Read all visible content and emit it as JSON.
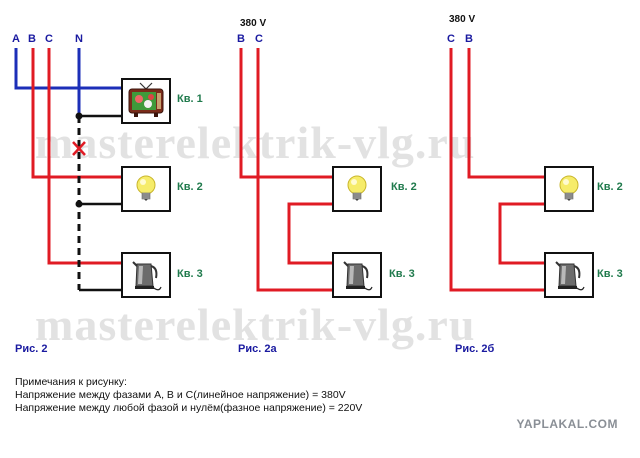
{
  "watermark": "masterelektrik-vlg.ru",
  "brand": "YAPLAKAL.COM",
  "fig1": {
    "caption": "Рис. 2",
    "phases": [
      "A",
      "B",
      "C",
      "N"
    ],
    "loads": [
      "Кв. 1",
      "Кв. 2",
      "Кв. 3"
    ]
  },
  "fig2": {
    "caption": "Рис. 2а",
    "voltage": "380 V",
    "phases": [
      "B",
      "C"
    ],
    "loads": [
      "Кв. 2",
      "Кв. 3"
    ]
  },
  "fig3": {
    "caption": "Рис. 2б",
    "voltage": "380 V",
    "phases": [
      "C",
      "B"
    ],
    "loads": [
      "Кв. 2",
      "Кв. 3"
    ]
  },
  "notes": {
    "heading": "Примечания к рисунку:",
    "line1": "Напряжение между фазами A, B и C(линейное напряжение) = 380V",
    "line2": "Напряжение между любой фазой и нулём(фазное напряжение) = 220V"
  },
  "colors": {
    "phase_wire": "#e01b24",
    "neutral_wire": "#1c2fb8",
    "label_blue": "#1a1aa0",
    "label_green": "#1f7a4c"
  },
  "icons": [
    "tv-icon",
    "bulb-icon",
    "kettle-icon"
  ]
}
